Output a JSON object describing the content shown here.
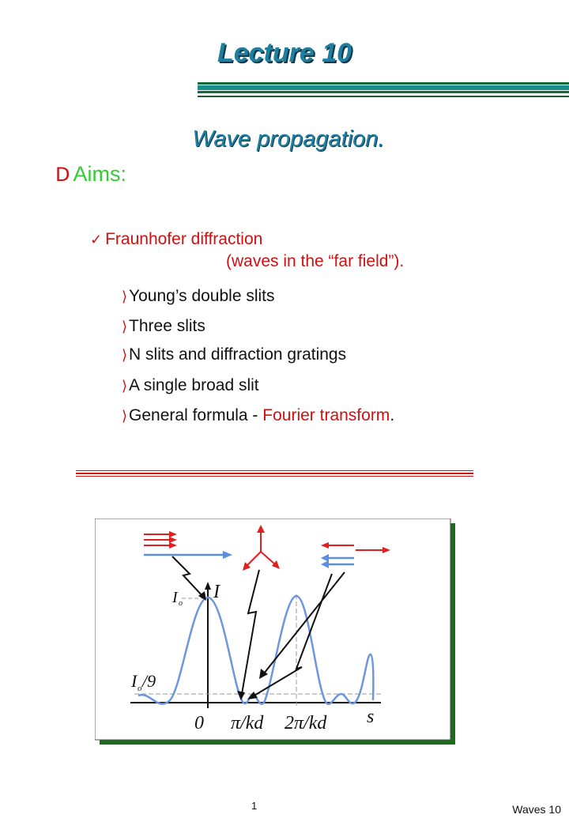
{
  "slide": {
    "title": "Lecture 10",
    "subtitle": "Wave propagation.",
    "aims_bullet": "D",
    "aims_label": "Aims:"
  },
  "main_item": {
    "line1": "Fraunhofer diffraction",
    "line2": "(waves in the “far field”)."
  },
  "sub_items": [
    {
      "text": "Young’s double slits"
    },
    {
      "text": "Three slits"
    },
    {
      "text": "N slits and diffraction gratings"
    },
    {
      "text": "A single broad slit"
    },
    {
      "text_before": "General formula - ",
      "text_highlight": "Fourier transform",
      "text_after": "."
    }
  ],
  "figure": {
    "label_I": "I",
    "label_Io": "I",
    "label_Io_sub": "o",
    "label_Io9_a": "I",
    "label_Io9_sub": "o",
    "label_Io9_b": "/9",
    "tick_0": "0",
    "tick_pi_kd": "π/kd",
    "tick_2pi_kd": "2π/kd",
    "axis_s": "s",
    "colors": {
      "curve": "#6d96df",
      "arrow_red": "#e02020",
      "arrow_blue": "#5b8de0",
      "shadow": "#1b6b1b"
    }
  },
  "footer": {
    "page_number": "1",
    "label": "Waves 10"
  }
}
